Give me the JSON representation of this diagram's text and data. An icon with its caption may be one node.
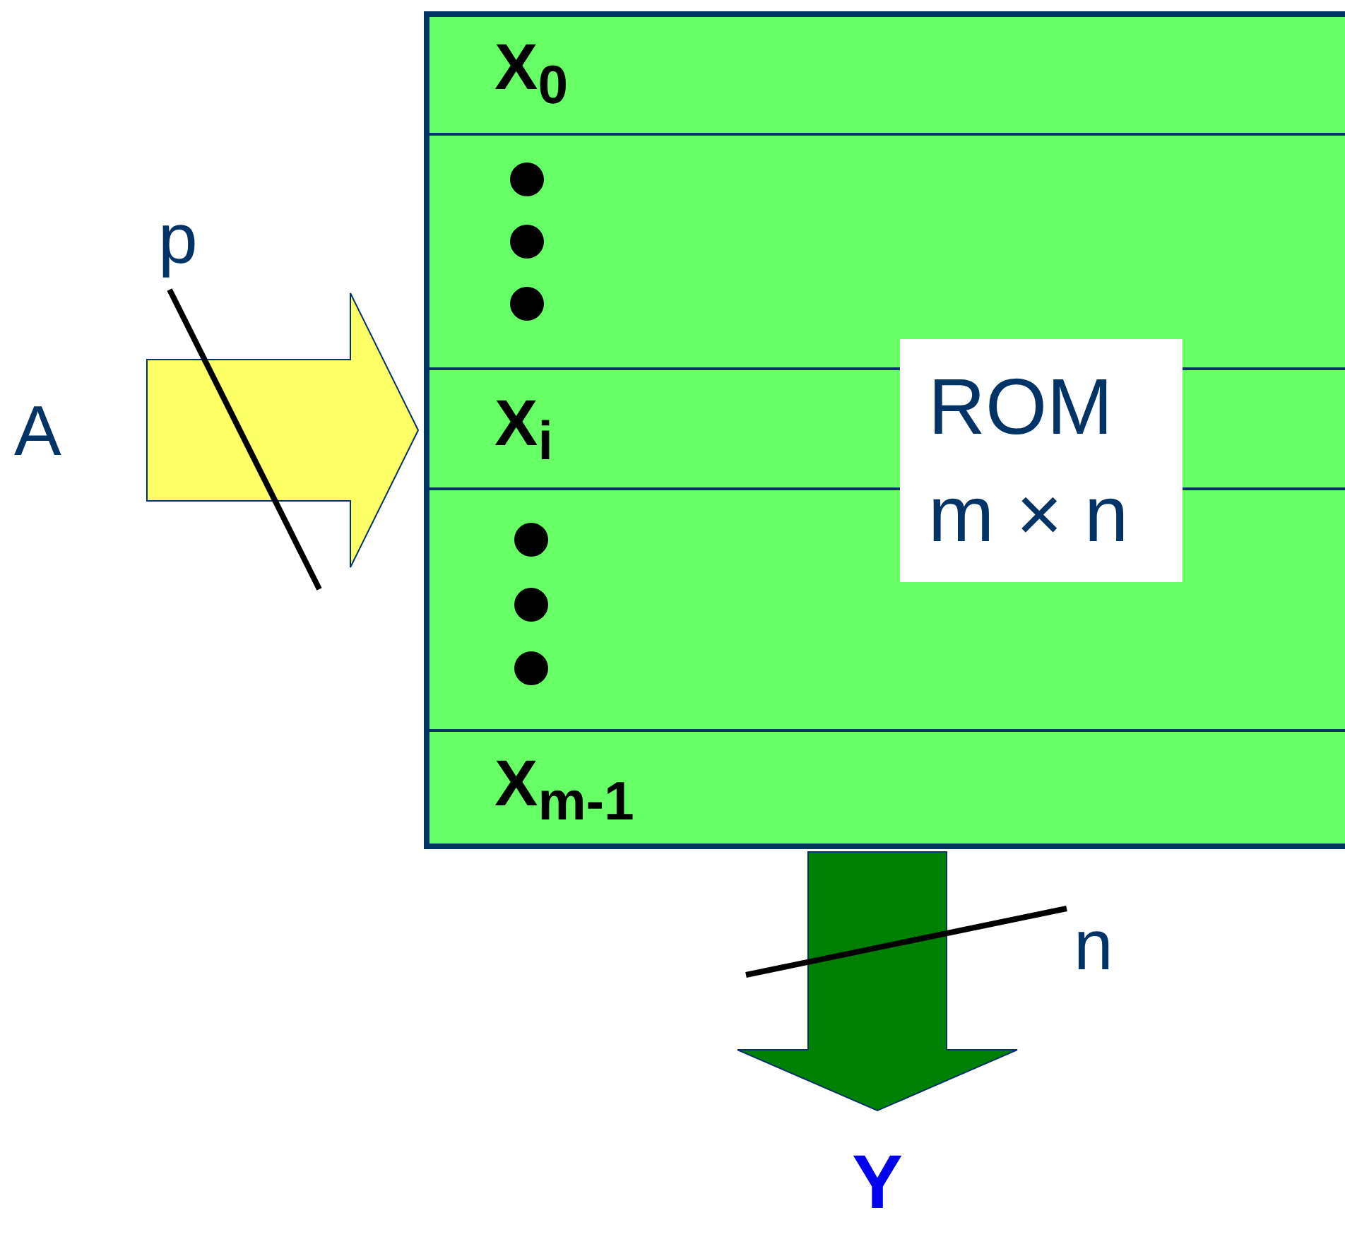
{
  "diagram": {
    "nodes": [
      {
        "text": [
          "A"
        ]
      },
      {
        "text": [],
        "shape": "box"
      },
      {
        "text": [
          "X$_{0}$"
        ],
        "in": 1
      },
      {
        "text": [
          "X$_{i}$"
        ],
        "in": 1
      },
      {
        "text": [
          "X$_{m-1}$"
        ],
        "in": 1
      },
      {
        "text": [
          "ROM m × n"
        ],
        "in": 1
      },
      {
        "text": [
          "Y"
        ]
      }
    ],
    "edges": [
      {
        "from": 0,
        "to": 1,
        "arrow": "to",
        "label": "p"
      },
      {
        "from": 1,
        "to": 6,
        "arrow": "to",
        "label": "n"
      }
    ]
  }
}
